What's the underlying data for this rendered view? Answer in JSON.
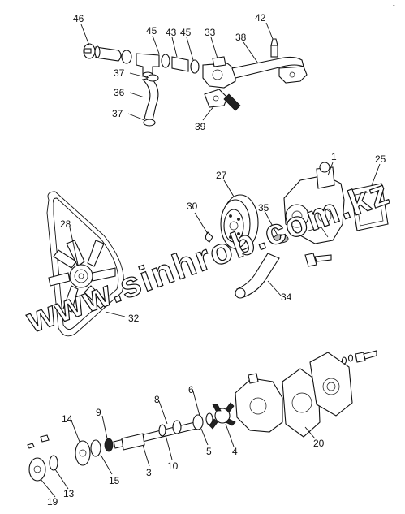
{
  "corner_mark": "⌐",
  "watermark": "www.sinhrob.com.kz",
  "callouts": [
    {
      "id": "c46",
      "label": "46"
    },
    {
      "id": "c45a",
      "label": "45"
    },
    {
      "id": "c43",
      "label": "43"
    },
    {
      "id": "c45b",
      "label": "45"
    },
    {
      "id": "c33",
      "label": "33"
    },
    {
      "id": "c38",
      "label": "38"
    },
    {
      "id": "c42",
      "label": "42"
    },
    {
      "id": "c37a",
      "label": "37"
    },
    {
      "id": "c36",
      "label": "36"
    },
    {
      "id": "c37b",
      "label": "37"
    },
    {
      "id": "c39",
      "label": "39"
    },
    {
      "id": "c1",
      "label": "1"
    },
    {
      "id": "c25",
      "label": "25"
    },
    {
      "id": "c27",
      "label": "27"
    },
    {
      "id": "c30",
      "label": "30"
    },
    {
      "id": "c35",
      "label": "35"
    },
    {
      "id": "c28",
      "label": "28"
    },
    {
      "id": "c34",
      "label": "34"
    },
    {
      "id": "c32",
      "label": "32"
    },
    {
      "id": "c8",
      "label": "8"
    },
    {
      "id": "c6",
      "label": "6"
    },
    {
      "id": "c9",
      "label": "9"
    },
    {
      "id": "c14",
      "label": "14"
    },
    {
      "id": "c5",
      "label": "5"
    },
    {
      "id": "c4",
      "label": "4"
    },
    {
      "id": "c20",
      "label": "20"
    },
    {
      "id": "c10",
      "label": "10"
    },
    {
      "id": "c3",
      "label": "3"
    },
    {
      "id": "c15",
      "label": "15"
    },
    {
      "id": "c19",
      "label": "19"
    },
    {
      "id": "c13",
      "label": "13"
    }
  ]
}
